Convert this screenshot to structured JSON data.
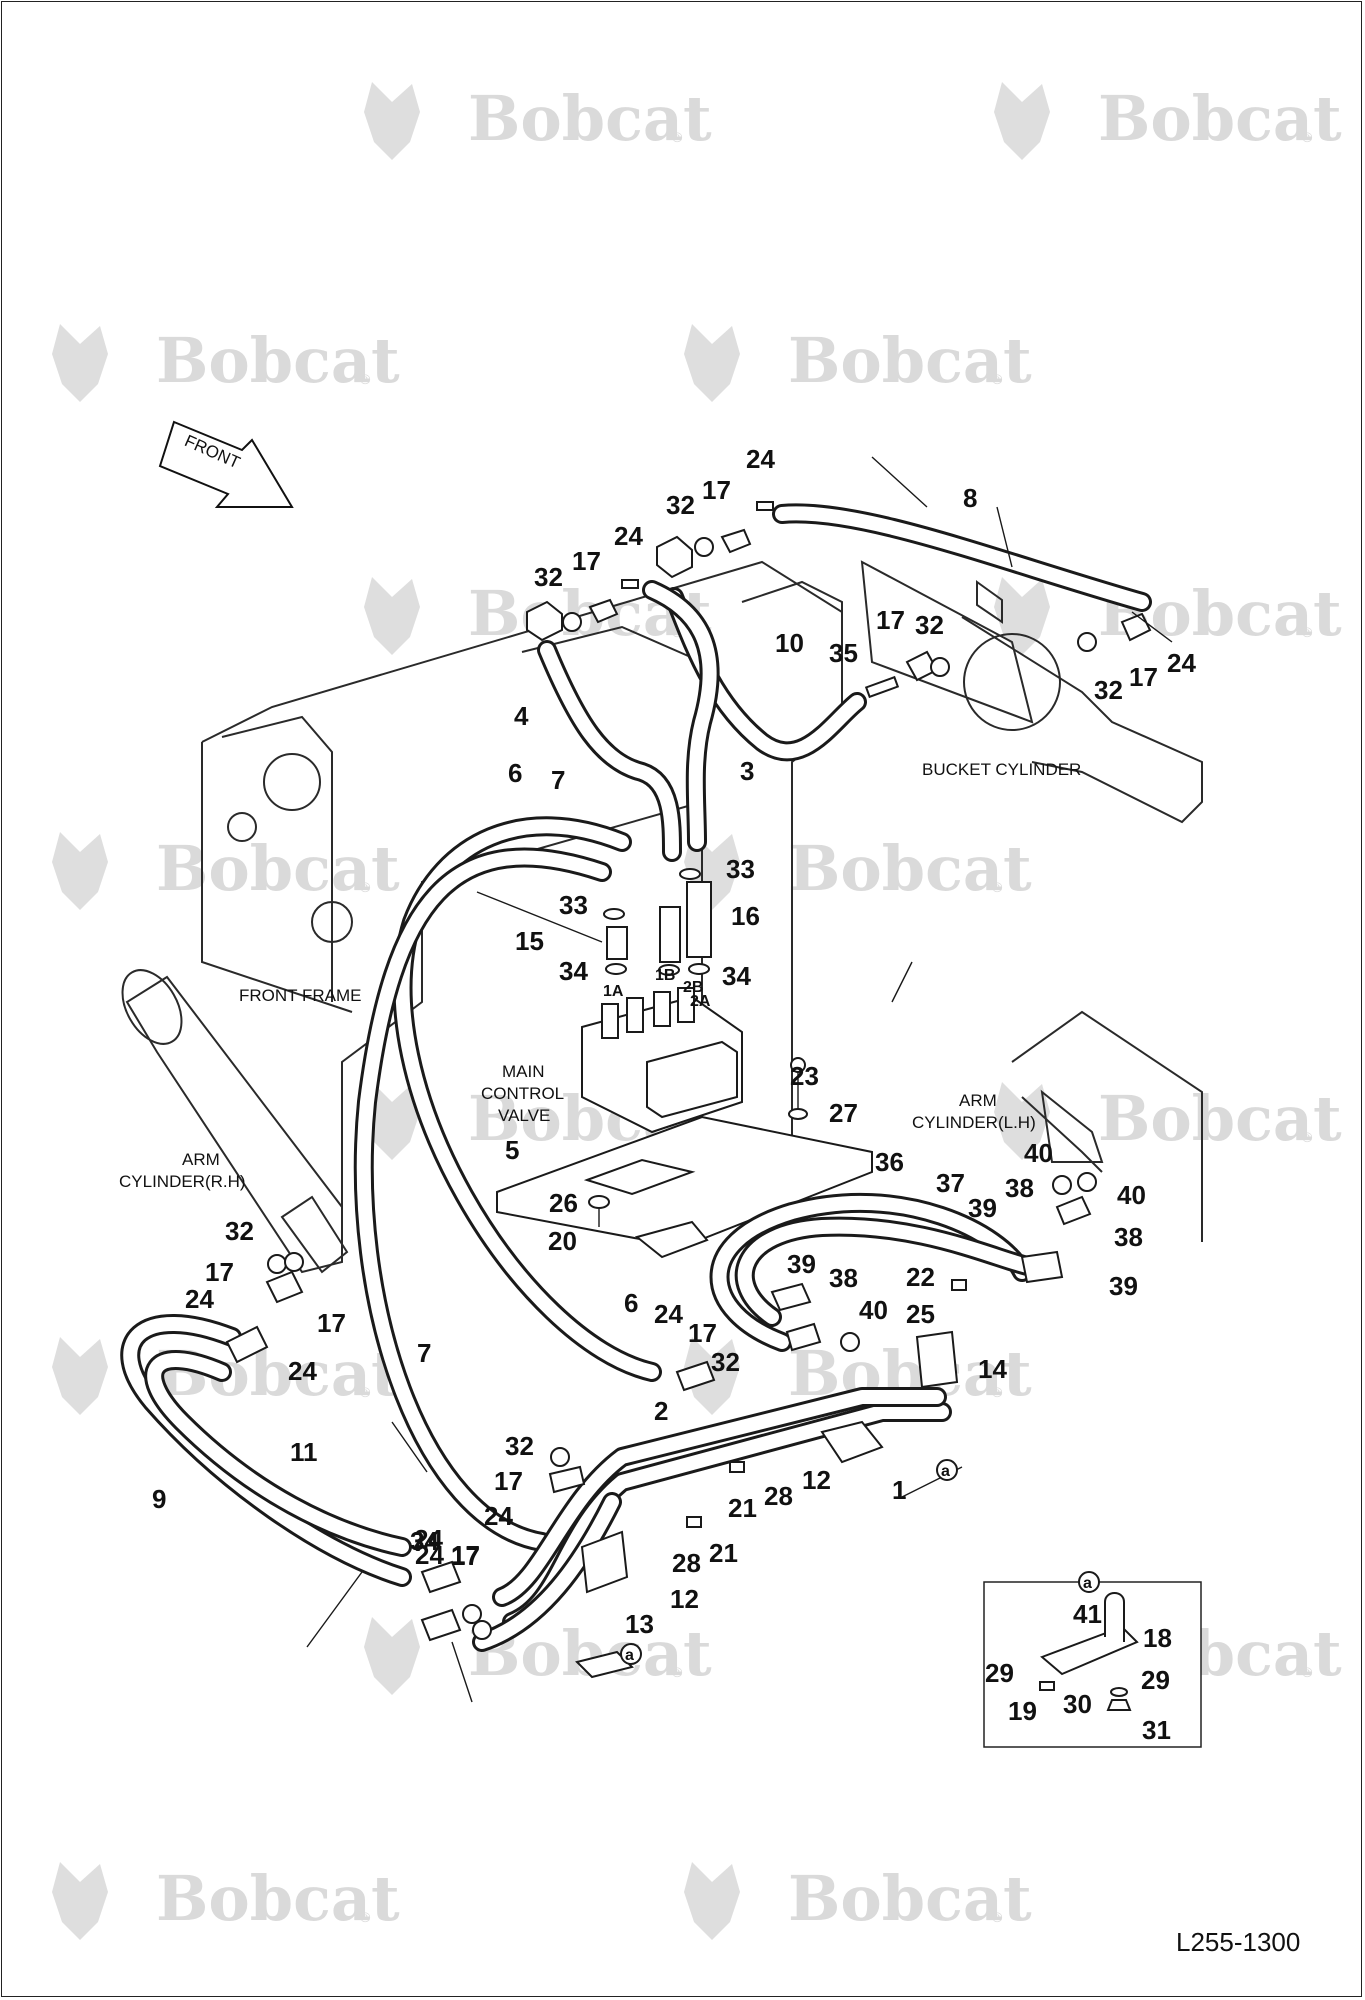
{
  "watermark": {
    "brand": "Bobcat",
    "registered_mark": "®"
  },
  "front_arrow": {
    "label": "FRONT"
  },
  "labels": {
    "bucket_cylinder": "BUCKET CYLINDER",
    "front_frame": "FRONT FRAME",
    "main_control_valve": [
      "MAIN",
      "CONTROL",
      "VALVE"
    ],
    "arm_cylinder_lh": [
      "ARM",
      "CYLINDER(L.H)"
    ],
    "arm_cylinder_rh": [
      "ARM",
      "CYLINDER(R.H)"
    ],
    "ports": [
      "1A",
      "1B",
      "2A",
      "2B"
    ]
  },
  "detail_a": {
    "marker": "a",
    "callouts": [
      "41",
      "18",
      "29",
      "29",
      "19",
      "30",
      "31"
    ]
  },
  "callout_marker": "a",
  "callouts": [
    "24",
    "17",
    "32",
    "8",
    "24",
    "17",
    "32",
    "10",
    "17",
    "32",
    "35",
    "32",
    "17",
    "24",
    "4",
    "3",
    "6",
    "7",
    "33",
    "33",
    "16",
    "15",
    "34",
    "34",
    "23",
    "27",
    "5",
    "26",
    "20",
    "36",
    "37",
    "40",
    "40",
    "38",
    "38",
    "39",
    "39",
    "22",
    "25",
    "14",
    "39",
    "38",
    "40",
    "24",
    "17",
    "32",
    "6",
    "32",
    "17",
    "24",
    "24",
    "17",
    "2",
    "12",
    "1",
    "28",
    "21",
    "21",
    "28",
    "12",
    "9",
    "11",
    "32",
    "17",
    "24",
    "24",
    "17",
    "24",
    "17",
    "34",
    "13",
    "7"
  ],
  "drawing_number": "L255-1300"
}
